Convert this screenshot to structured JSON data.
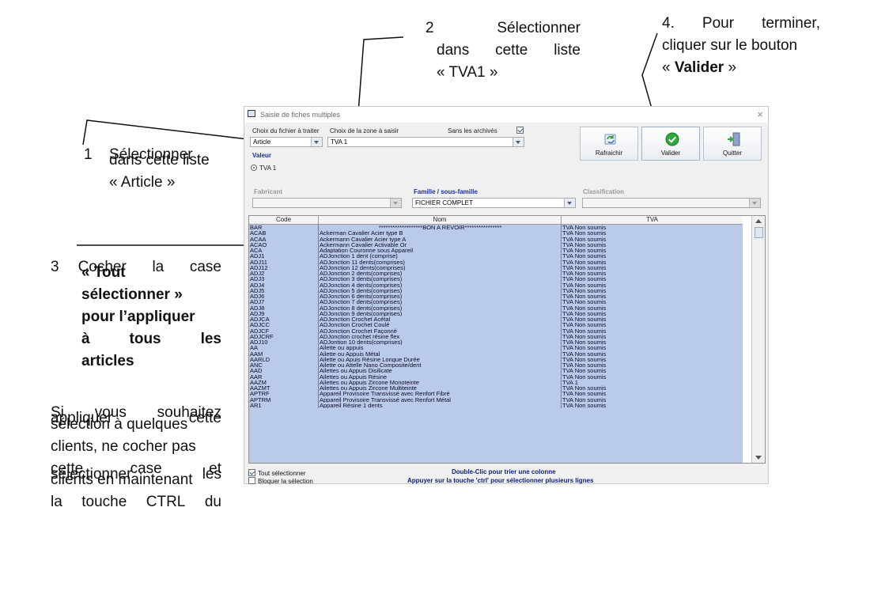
{
  "annotations": {
    "step2": {
      "line1_a": "2",
      "line1_b": "Sélectionner",
      "line2_a": "dans",
      "line2_b": "cette",
      "line2_c": "liste",
      "line3": "« TVA1 »"
    },
    "step4": {
      "line1_a": "4.",
      "line1_b": "Pour",
      "line1_c": "terminer,",
      "line2": "cliquer sur le bouton",
      "line3_pre": "« ",
      "line3_bold": "Valider",
      "line3_post": " »"
    },
    "step1": {
      "num": "1",
      "line1": "Sélectionner",
      "line2": "dans cette liste",
      "line3": "« Article »"
    },
    "step3": {
      "num": "3",
      "line1_a": "Cocher",
      "line1_b": "la",
      "line1_c": "case",
      "line2": "« Tout",
      "line3": "sélectionner »",
      "line4": "pour l’appliquer",
      "line5_a": "à",
      "line5_b": "tous",
      "line5_c": "les",
      "line6": "articles"
    },
    "note": {
      "l1_a": "Si",
      "l1_b": "vous",
      "l1_c": "souhaitez",
      "l2_a": "appliquer",
      "l2_b": "cette",
      "l3": "sélection à quelques",
      "l4": "clients, ne cocher pas",
      "l5_a": "cette",
      "l5_b": "case",
      "l5_c": "et",
      "l6_a": "sélectionner",
      "l6_b": "les",
      "l7": "clients en maintenant",
      "l8_a": "la",
      "l8_b": "touche",
      "l8_c": "CTRL",
      "l8_d": "du"
    }
  },
  "window": {
    "title": "Saisie de fiches multiples",
    "close": "×",
    "file_label": "Choix du fichier à traiter",
    "file_value": "Article",
    "zone_label": "Choix de la zone à saisir",
    "zone_value": "TVA 1",
    "archives_label": "Sans les archivés",
    "archives_checked": true,
    "valeur_label": "Valeur",
    "valeur_radio": "TVA 1",
    "fabricant_label": "Fabricant",
    "famille_label": "Famille / sous-famille",
    "famille_value": "FICHIER COMPLET",
    "classification_label": "Classification",
    "buttons": {
      "refresh": "Rafraichir",
      "validate": "Valider",
      "quit": "Quitter"
    },
    "icons": {
      "refresh": "refresh-icon",
      "validate": "check-icon",
      "quit": "exit-door-icon"
    }
  },
  "grid": {
    "headers": [
      "Code",
      "Nom",
      "TVA"
    ],
    "rows": [
      [
        "BAR",
        "*******************BON A REVOIR****************",
        "TVA Non soumis"
      ],
      [
        "ACAB",
        "Ackerman Cavalier Acier type B",
        "TVA Non soumis"
      ],
      [
        "ACAA",
        "Ackermann Cavalier Acier type A",
        "TVA Non soumis"
      ],
      [
        "ACAO",
        "Ackermann Cavalier Activable Or",
        "TVA Non soumis"
      ],
      [
        "ACA",
        "Adaptation Couronne sous Appareil",
        "TVA Non soumis"
      ],
      [
        "ADJ1",
        "ADJonction 1 dent (comprise)",
        "TVA Non soumis"
      ],
      [
        "ADJ11",
        "ADJonction 11 dents(comprises)",
        "TVA Non soumis"
      ],
      [
        "ADJ12",
        "ADJonction 12 dents(comprises)",
        "TVA Non soumis"
      ],
      [
        "ADJ2",
        "ADJonction 2 dents(comprises)",
        "TVA Non soumis"
      ],
      [
        "ADJ3",
        "ADJonction 3 dents(comprises)",
        "TVA Non soumis"
      ],
      [
        "ADJ4",
        "ADJonction 4 dents(comprises)",
        "TVA Non soumis"
      ],
      [
        "ADJ5",
        "ADJonction 5 dents(comprises)",
        "TVA Non soumis"
      ],
      [
        "ADJ6",
        "ADJonction 6 dents(comprises)",
        "TVA Non soumis"
      ],
      [
        "ADJ7",
        "ADJonction 7 dents(comprises)",
        "TVA Non soumis"
      ],
      [
        "ADJ8",
        "ADJonction 8 dents(comprises)",
        "TVA Non soumis"
      ],
      [
        "ADJ9",
        "ADJonction 9 dents(comprises)",
        "TVA Non soumis"
      ],
      [
        "ADJCA",
        "ADJonction Crochet Acétal",
        "TVA Non soumis"
      ],
      [
        "ADJCC",
        "ADJonction Crochet Coulé",
        "TVA Non soumis"
      ],
      [
        "ADJCF",
        "ADJonction Crochet Façonné",
        "TVA Non soumis"
      ],
      [
        "ADJCRF",
        "ADJonction crochet résine flex",
        "TVA Non soumis"
      ],
      [
        "ADJ10",
        "ADJontion 10 dents(comprises)",
        "TVA Non soumis"
      ],
      [
        "AA",
        "Ailette ou appuis",
        "TVA Non soumis"
      ],
      [
        "AAM",
        "Ailette ou Appuis Métal",
        "TVA Non soumis"
      ],
      [
        "AARLD",
        "Ailette ou Apuis Résine Longue Durée",
        "TVA Non soumis"
      ],
      [
        "ANC",
        "Ailette ou Attelle Nano Composite/dent",
        "TVA Non soumis"
      ],
      [
        "AAD",
        "Ailettes ou Appuis Disilicate",
        "TVA Non soumis"
      ],
      [
        "AAR",
        "Ailettes ou Appuis Résine",
        "TVA Non soumis"
      ],
      [
        "AAZM",
        "Ailettes ou Appuis Zircone Monoteinte",
        "TVA 1"
      ],
      [
        "AAZMT",
        "Ailettes ou Appuis Zircone Multiteinte",
        "TVA Non soumis"
      ],
      [
        "APTRF",
        "Appareil Provisoire Transvissé avec Renfort Fibré",
        "TVA Non soumis"
      ],
      [
        "APTRM",
        "Appareil Provisoire Transvissé avec Renfort Métal",
        "TVA Non soumis"
      ],
      [
        "AR1",
        "Appareil Résine 1 dents",
        "TVA Non soumis"
      ]
    ]
  },
  "footer": {
    "select_all_label": "Tout sélectionner",
    "select_all_checked": true,
    "lock_label": "Bloquer la sélection",
    "lock_checked": false,
    "hint1": "Double-Clic pour trier une colonne",
    "hint2": "Appuyer sur la touche 'ctrl' pour sélectionner plusieurs lignes"
  },
  "colors": {
    "selection": "#b9cbe8",
    "hint_text": "#0a1f7a",
    "accent_label": "#1a2f9a"
  }
}
